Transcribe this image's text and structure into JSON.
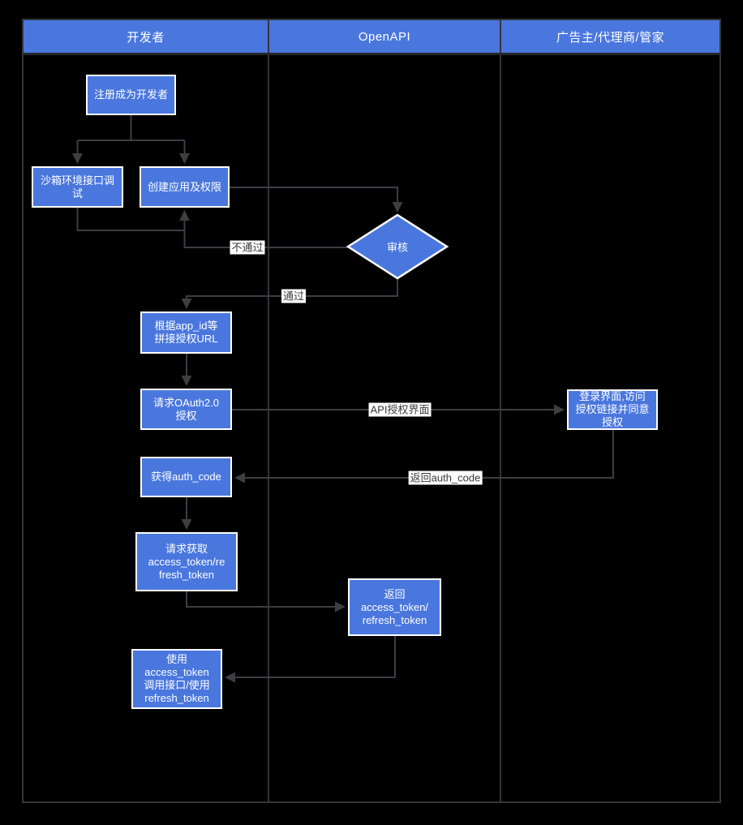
{
  "diagram": {
    "lanes": [
      {
        "label": "开发者"
      },
      {
        "label": "OpenAPI"
      },
      {
        "label": "广告主/代理商/管家"
      }
    ],
    "nodes": {
      "register": {
        "label": "注册成为开发者"
      },
      "sandbox_debug": {
        "label": "沙箱环境接口调\n试"
      },
      "create_app": {
        "label": "创建应用及权限"
      },
      "review": {
        "label": "审核"
      },
      "build_auth_url": {
        "label": "根据app_id等\n拼接授权URL"
      },
      "request_oauth": {
        "label": "请求OAuth2.0\n授权"
      },
      "get_auth_code": {
        "label": "获得auth_code"
      },
      "request_token": {
        "label": "请求获取\naccess_token/re\nfresh_token"
      },
      "return_token": {
        "label": "返回\naccess_token/\nrefresh_token"
      },
      "use_token": {
        "label": "使用\naccess_token\n调用接口/使用\nrefresh_token"
      },
      "login_authorize": {
        "label": "登录界面,访问\n授权链接并同意\n授权"
      }
    },
    "edge_labels": {
      "fail": "不通过",
      "pass": "通过",
      "api_auth_page": "API授权界面",
      "return_auth_code": "返回auth_code"
    },
    "colors": {
      "node_fill": "#4a77de",
      "node_border": "#ffffff",
      "connector": "#3c3e42",
      "edge_label_bg": "#ffffff",
      "edge_label_text": "#3a3a3a",
      "canvas_bg": "#000000",
      "lane_border": "#333639"
    }
  }
}
